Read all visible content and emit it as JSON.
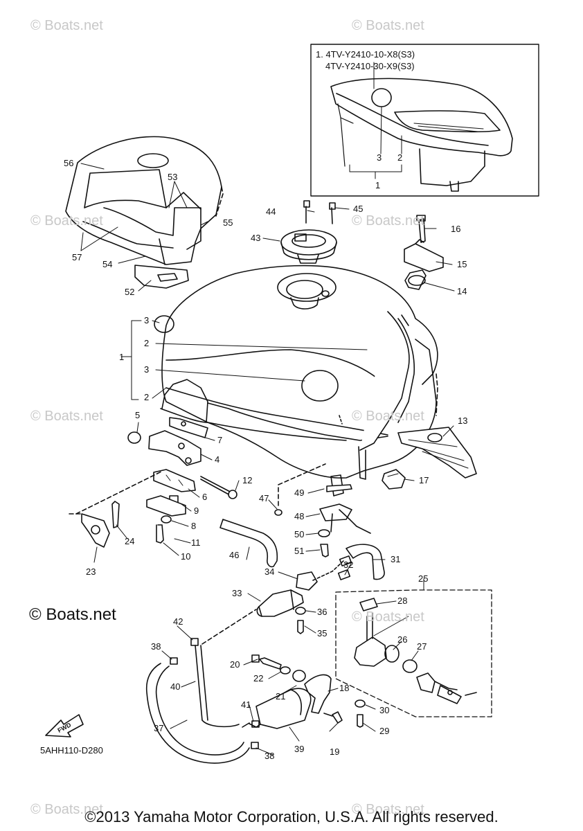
{
  "watermark": {
    "text": "© Boats.net"
  },
  "inset": {
    "line1": "1. 4TV-Y2410-10-X8(S3)",
    "line2": "4TV-Y2410-30-X9(S3)"
  },
  "callouts": [
    "1",
    "2",
    "3",
    "4",
    "5",
    "6",
    "7",
    "8",
    "9",
    "10",
    "11",
    "12",
    "13",
    "14",
    "15",
    "16",
    "17",
    "18",
    "19",
    "20",
    "21",
    "22",
    "23",
    "24",
    "25",
    "26",
    "27",
    "28",
    "29",
    "30",
    "31",
    "32",
    "33",
    "34",
    "35",
    "36",
    "37",
    "38",
    "39",
    "40",
    "41",
    "42",
    "43",
    "44",
    "45",
    "46",
    "47",
    "48",
    "49",
    "50",
    "51",
    "52",
    "53",
    "54",
    "55",
    "56",
    "57"
  ],
  "callout_labels": {
    "c1": "1",
    "c2": "2",
    "c3": "3",
    "c4": "4",
    "c5": "5",
    "c6": "6",
    "c7": "7",
    "c8": "8",
    "c9": "9",
    "c10": "10",
    "c11": "11",
    "c12": "12",
    "c13": "13",
    "c14": "14",
    "c15": "15",
    "c16": "16",
    "c17": "17",
    "c18": "18",
    "c19": "19",
    "c20": "20",
    "c21": "21",
    "c22": "22",
    "c23": "23",
    "c24": "24",
    "c25": "25",
    "c26": "26",
    "c27": "27",
    "c28": "28",
    "c29": "29",
    "c30": "30",
    "c31": "31",
    "c32": "32",
    "c33": "33",
    "c34": "34",
    "c35": "35",
    "c36": "36",
    "c37": "37",
    "c38": "38",
    "c39": "39",
    "c40": "40",
    "c41": "41",
    "c42": "42",
    "c43": "43",
    "c44": "44",
    "c45": "45",
    "c46": "46",
    "c47": "47",
    "c48": "48",
    "c49": "49",
    "c50": "50",
    "c51": "51",
    "c52": "52",
    "c53": "53",
    "c54": "54",
    "c55": "55",
    "c56": "56",
    "c57": "57"
  },
  "fwd_label": "FWD",
  "diagram_code": "5AHH110-D280",
  "copyright": "©2013 Yamaha Motor Corporation, U.S.A. All rights reserved."
}
